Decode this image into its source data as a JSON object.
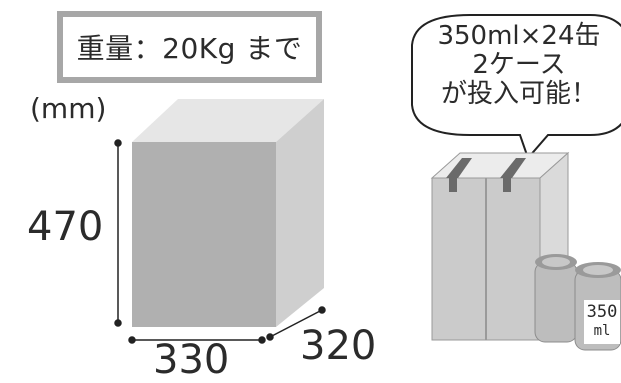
{
  "weight_label": "重量：20Kg まで",
  "unit_label": "(mm)",
  "dimensions": {
    "height": "470",
    "width": "330",
    "depth": "320"
  },
  "bubble": {
    "line1": "350ml×24缶",
    "line2": "2ケース",
    "line3": "が投入可能！"
  },
  "can_label": {
    "volume": "350",
    "unit": "ml"
  },
  "colors": {
    "box_front": "#b0b0b0",
    "box_side": "#d0d0d0",
    "box_top": "#e6e6e6",
    "frame": "#a7a7a7",
    "tape": "#6a6a6a"
  }
}
